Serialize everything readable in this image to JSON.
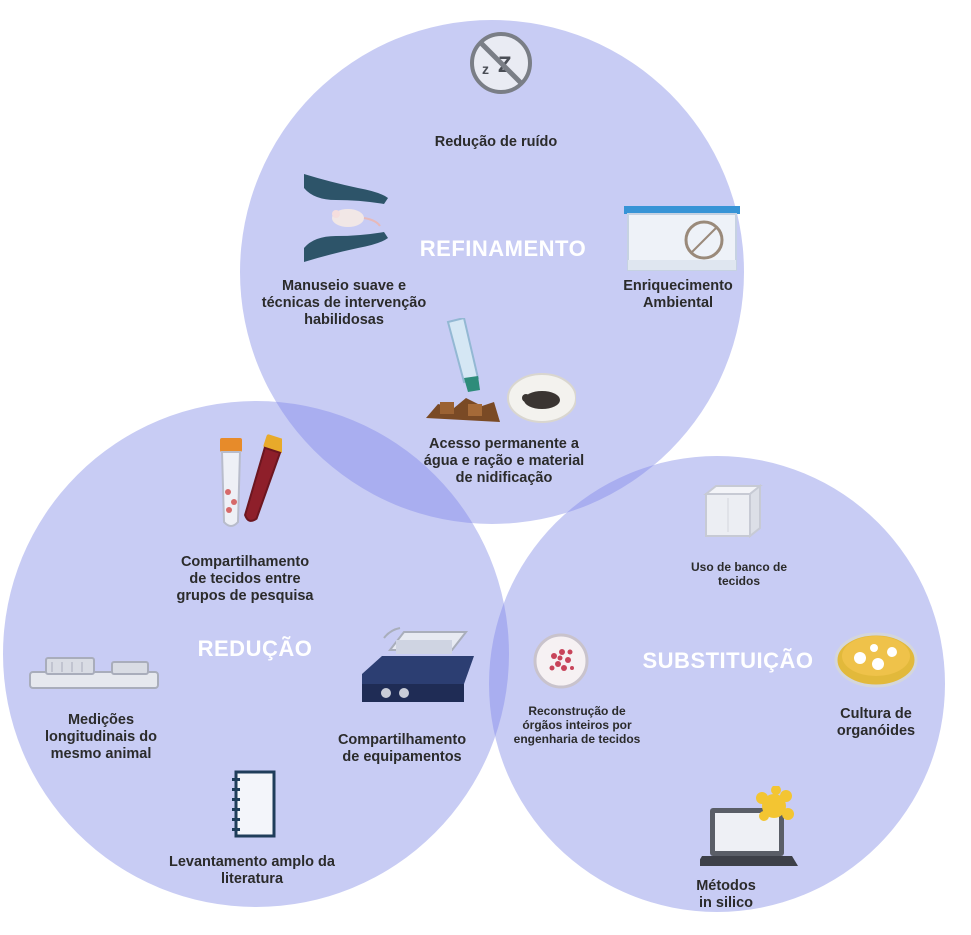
{
  "circles": {
    "refinement": {
      "title": "REFINAMENTO",
      "items": [
        {
          "label": "Redução de ruído",
          "icon": "no-sleep-icon"
        },
        {
          "label": "Manuseio suave e\ntécnicas de intervenção\nhabilidosas",
          "icon": "hands-mouse-icon"
        },
        {
          "label": "Enriquecimento\nAmbiental",
          "icon": "enriched-cage-icon"
        },
        {
          "label": "Acesso permanente a\nágua e ração e material\nde nidificação",
          "icon": "water-food-nest-icon"
        }
      ]
    },
    "reduction": {
      "title": "REDUÇÃO",
      "items": [
        {
          "label": "Compartilhamento\nde tecidos entre\ngrupos de pesquisa",
          "icon": "sample-tubes-icon"
        },
        {
          "label": "Medições\nlongitudinais do\nmesmo animal",
          "icon": "lab-instrument-icon"
        },
        {
          "label": "Compartilhamento\nde equipamentos",
          "icon": "hotplate-stirrer-icon"
        },
        {
          "label": "Levantamento amplo da\nliteratura",
          "icon": "notebook-icon"
        }
      ]
    },
    "replacement": {
      "title": "SUBSTITUIÇÃO",
      "items": [
        {
          "label": "Uso de banco de\ntecidos",
          "icon": "tissue-bank-icon"
        },
        {
          "label": "Reconstrução de\nórgãos inteiros por\nengenharia de tecidos",
          "icon": "petri-dish-cells-icon"
        },
        {
          "label": "Cultura de\norganóides",
          "icon": "organoid-dish-icon"
        },
        {
          "label": "Métodos\nin silico",
          "icon": "laptop-molecule-icon"
        }
      ]
    }
  },
  "colors": {
    "circle_fill": "#c8ccf4",
    "overlap_fill": "#a9aef0",
    "center_fill": "#ffffff",
    "title_text": "#ffffff",
    "label_text": "#2b2b2b"
  }
}
